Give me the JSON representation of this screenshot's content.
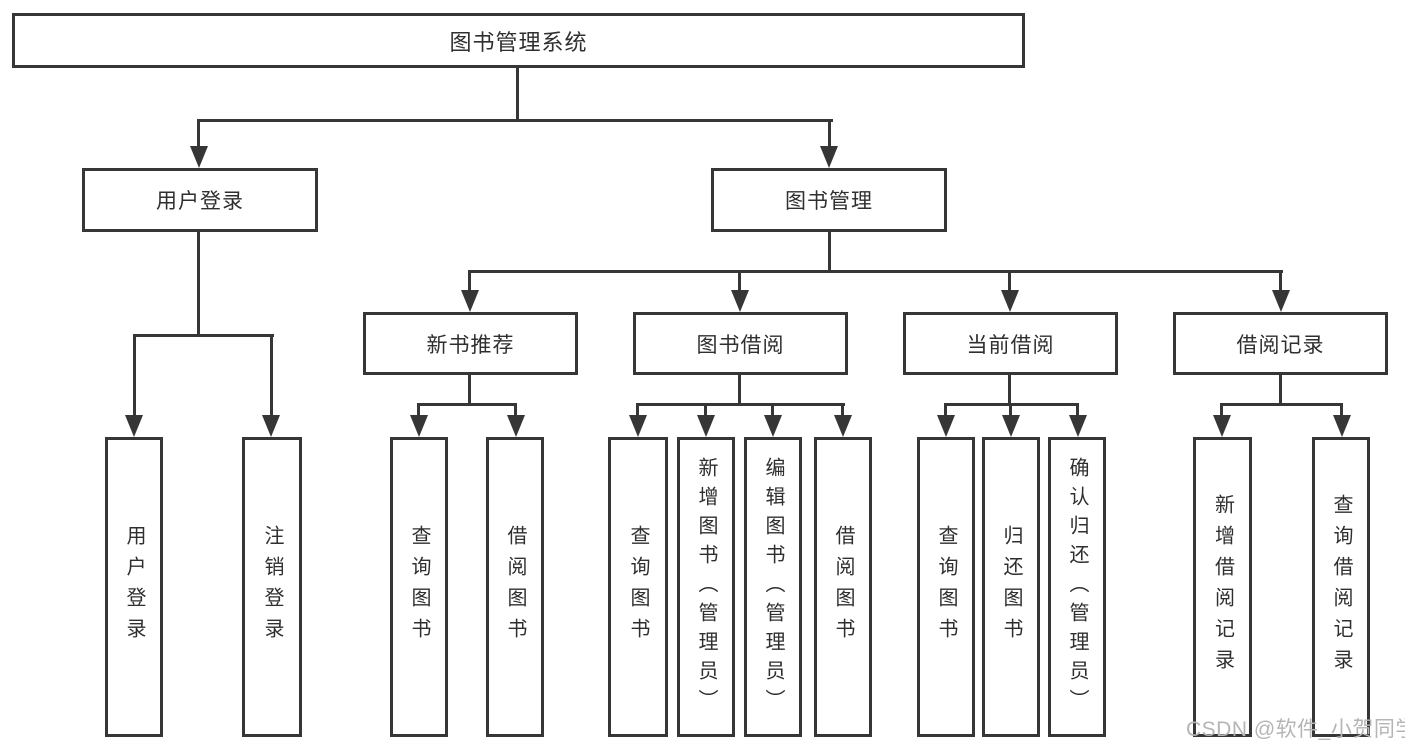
{
  "diagram": {
    "title": "图书管理系统",
    "nodes": {
      "root": {
        "label": "图书管理系统"
      },
      "login": {
        "label": "用户登录"
      },
      "manage": {
        "label": "图书管理"
      },
      "recommend": {
        "label": "新书推荐"
      },
      "borrow": {
        "label": "图书借阅"
      },
      "current": {
        "label": "当前借阅"
      },
      "records": {
        "label": "借阅记录"
      },
      "login_user": {
        "label": "用户登录"
      },
      "login_logout": {
        "label": "注销登录"
      },
      "rec_query": {
        "label": "查询图书"
      },
      "rec_borrow": {
        "label": "借阅图书"
      },
      "bor_query": {
        "label": "查询图书"
      },
      "bor_add": {
        "label": "新增图书（管理员）"
      },
      "bor_edit": {
        "label": "编辑图书（管理员）"
      },
      "bor_borrow": {
        "label": "借阅图书"
      },
      "cur_query": {
        "label": "查询图书"
      },
      "cur_return": {
        "label": "归还图书"
      },
      "cur_confirm": {
        "label": "确认归还（管理员）"
      },
      "rcd_add": {
        "label": "新增借阅记录"
      },
      "rcd_query": {
        "label": "查询借阅记录"
      }
    },
    "colors": {
      "line": "#363636",
      "box_background": "#ffffff",
      "watermark": "#b5b5b5"
    }
  },
  "watermark": {
    "text": "CSDN @软件_小贺同学"
  }
}
